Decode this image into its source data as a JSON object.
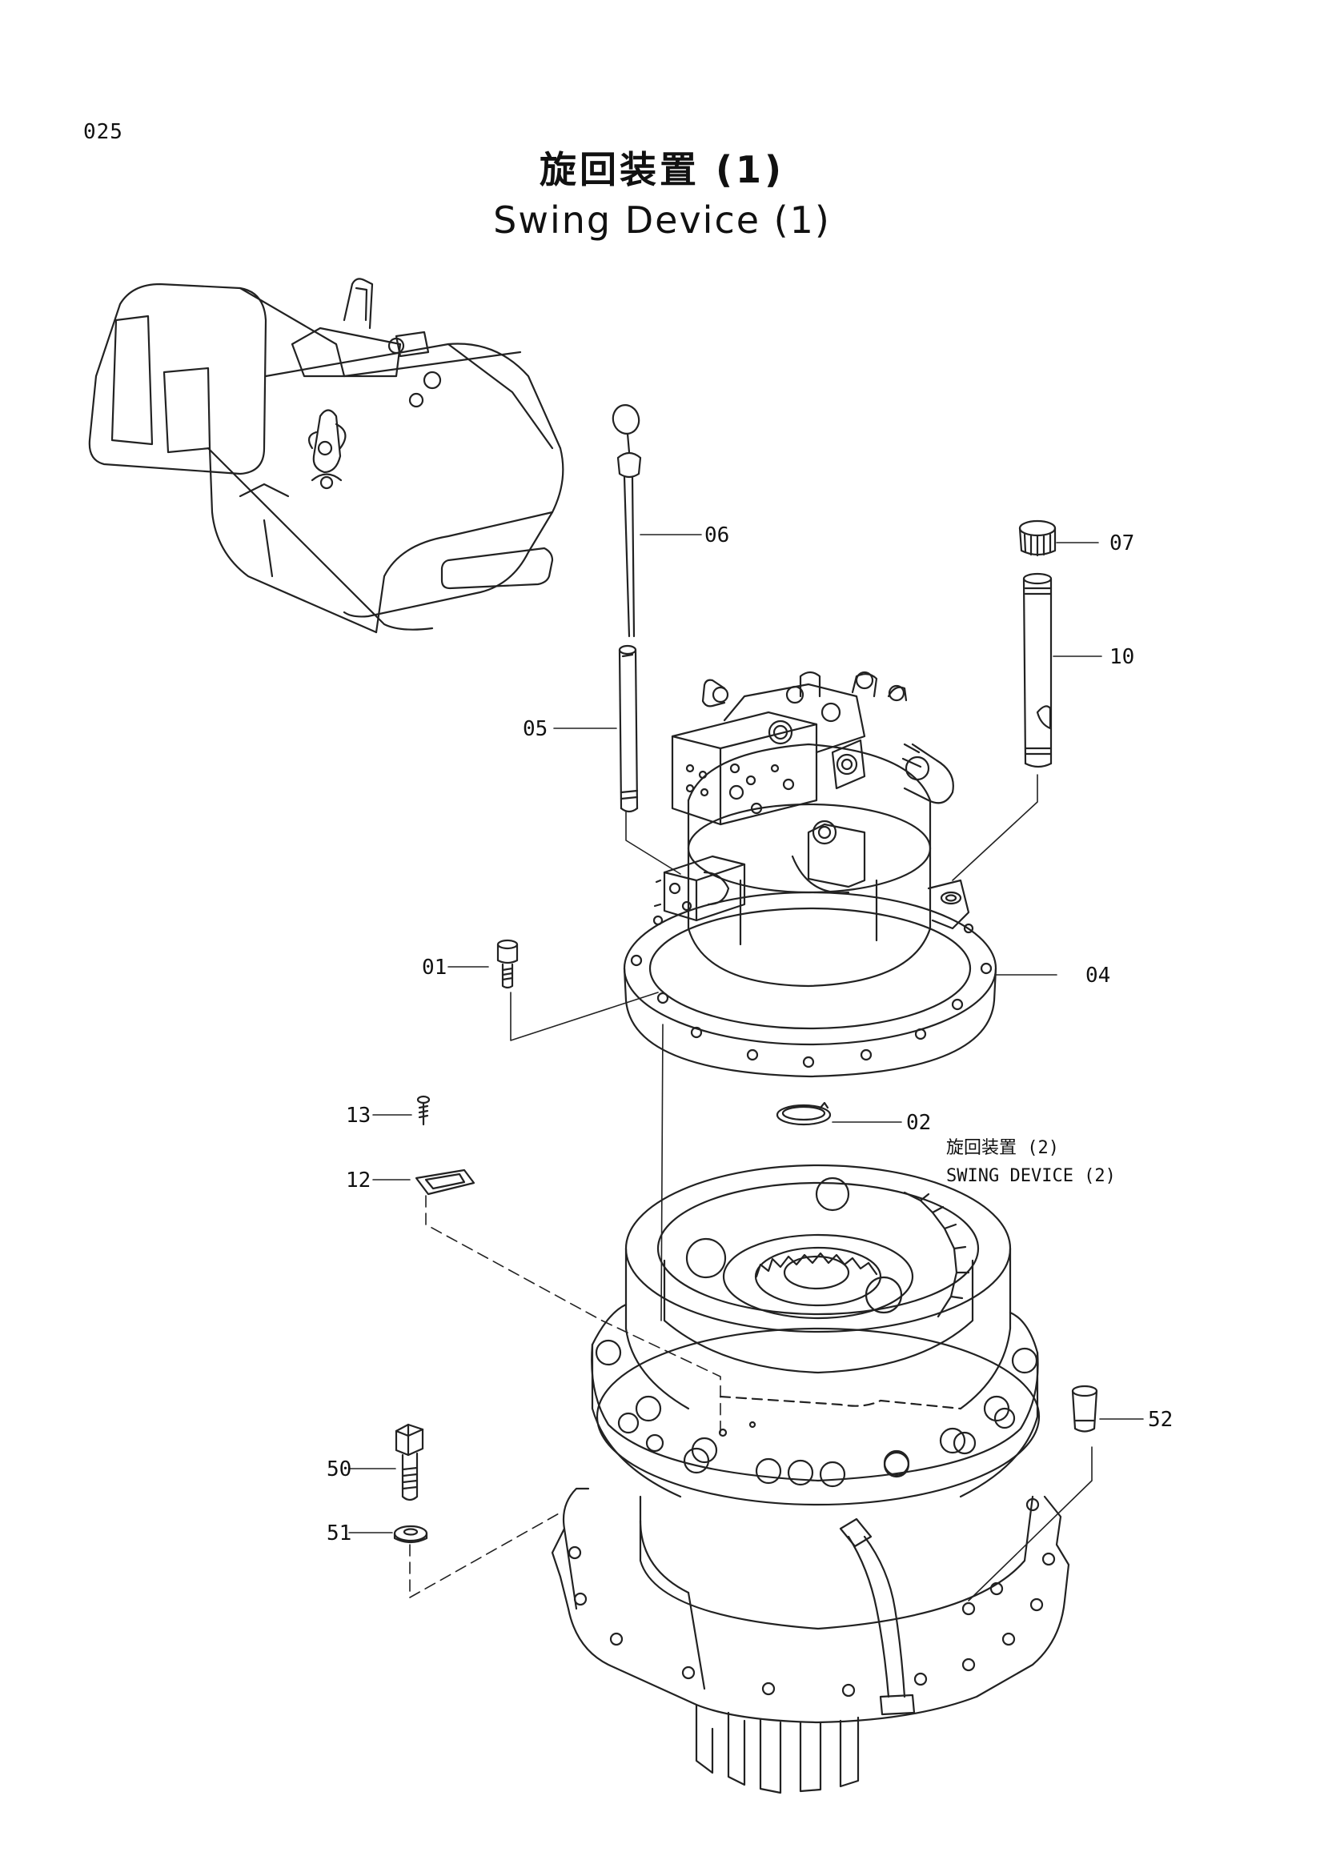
{
  "page": {
    "number": "025"
  },
  "title": {
    "jp": "旋回装置 (1)",
    "en": "Swing Device (1)"
  },
  "reference": {
    "jp": "旋回装置 (2)",
    "en": "SWING DEVICE (2)"
  },
  "callouts": [
    {
      "id": "01"
    },
    {
      "id": "02"
    },
    {
      "id": "04"
    },
    {
      "id": "05"
    },
    {
      "id": "06"
    },
    {
      "id": "07"
    },
    {
      "id": "10"
    },
    {
      "id": "12"
    },
    {
      "id": "13"
    },
    {
      "id": "50"
    },
    {
      "id": "51"
    },
    {
      "id": "52"
    }
  ]
}
